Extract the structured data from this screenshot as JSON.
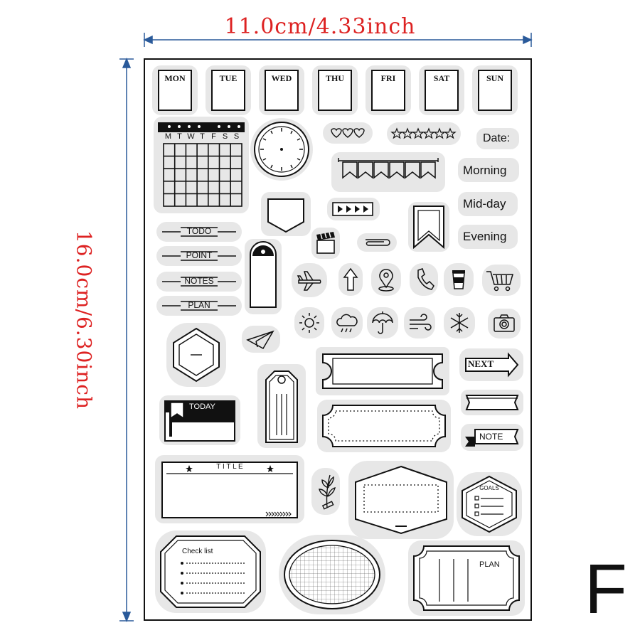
{
  "dimension_width": "11.0cm/4.33inch",
  "dimension_height": "16.0cm/6.30inch",
  "variant_letter": "F",
  "colors": {
    "dimension_text": "#dd2222",
    "arrow": "#2a5a9a",
    "stamp_bg": "#e7e7e7",
    "ink": "#111111"
  },
  "days": [
    "MON",
    "TUE",
    "WED",
    "THU",
    "FRI",
    "SAT",
    "SUN"
  ],
  "calendar_header": [
    "M",
    "T",
    "W",
    "T",
    "F",
    "S",
    "S"
  ],
  "time_labels": {
    "date": "Date:",
    "morning": "Morning",
    "midday": "Mid-day",
    "evening": "Evening"
  },
  "banners": [
    "TODO",
    "POINT",
    "NOTES",
    "PLAN"
  ],
  "today_label": "TODAY",
  "next_label": "NEXT",
  "note_label": "NOTE",
  "title_label": "T I T L E",
  "goals_label": "GOALS",
  "checklist_label": "Check list",
  "plan_label": "PLAN",
  "icons": [
    "airplane-icon",
    "arrow-up-icon",
    "location-pin-icon",
    "phone-icon",
    "coffee-cup-icon",
    "shopping-cart-icon",
    "sun-icon",
    "rain-cloud-icon",
    "umbrella-icon",
    "wind-icon",
    "snowflake-icon",
    "camera-icon"
  ]
}
